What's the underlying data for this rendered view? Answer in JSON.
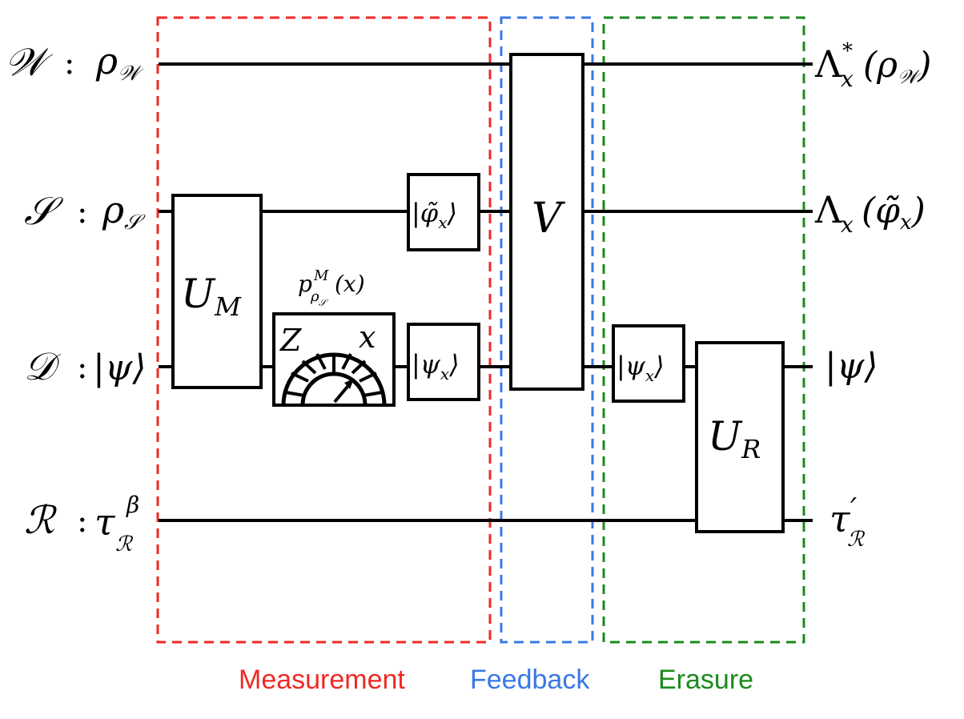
{
  "wires": [
    {
      "system": "𝒲",
      "input": "ρ",
      "input_sub": "𝒲",
      "output": "Λ",
      "output_sub": "x",
      "output_sup": "*",
      "output_arg": "(ρ",
      "output_arg_sub": "𝒲",
      "output_close": ")"
    },
    {
      "system": "𝒮",
      "input": "ρ",
      "input_sub": "𝒮",
      "output": "Λ",
      "output_sub": "x",
      "output_arg": "(φ̃",
      "output_arg_sub": "x",
      "output_close": ")"
    },
    {
      "system": "𝒟",
      "input": "|ψ⟩",
      "output": "|ψ⟩"
    },
    {
      "system": "ℛ",
      "input": "τ",
      "input_sub": "ℛ",
      "input_sup": "β",
      "output": "τ",
      "output_sub": "ℛ",
      "output_sup": "′"
    }
  ],
  "separator": ":",
  "gates": {
    "um": {
      "main": "U",
      "sub": "M"
    },
    "phi_x": {
      "main": "|φ̃",
      "sub": "x",
      "close": "⟩"
    },
    "psi_x_measure": {
      "main": "|ψ",
      "sub": "x",
      "close": "⟩"
    },
    "v": {
      "main": "V"
    },
    "psi_x_erase": {
      "main": "|ψ",
      "sub": "x",
      "close": "⟩"
    },
    "ur": {
      "main": "U",
      "sub": "R"
    }
  },
  "meter": {
    "left_label": "Z",
    "right_label": "x",
    "prob_main": "p",
    "prob_sup": "M",
    "prob_sub": "ρ",
    "prob_subsub": "𝒮",
    "prob_arg": "(x)"
  },
  "phases": [
    {
      "label": "Measurement",
      "color": "#ee2a24"
    },
    {
      "label": "Feedback",
      "color": "#3b78e7"
    },
    {
      "label": "Erasure",
      "color": "#1a8a1a"
    }
  ]
}
